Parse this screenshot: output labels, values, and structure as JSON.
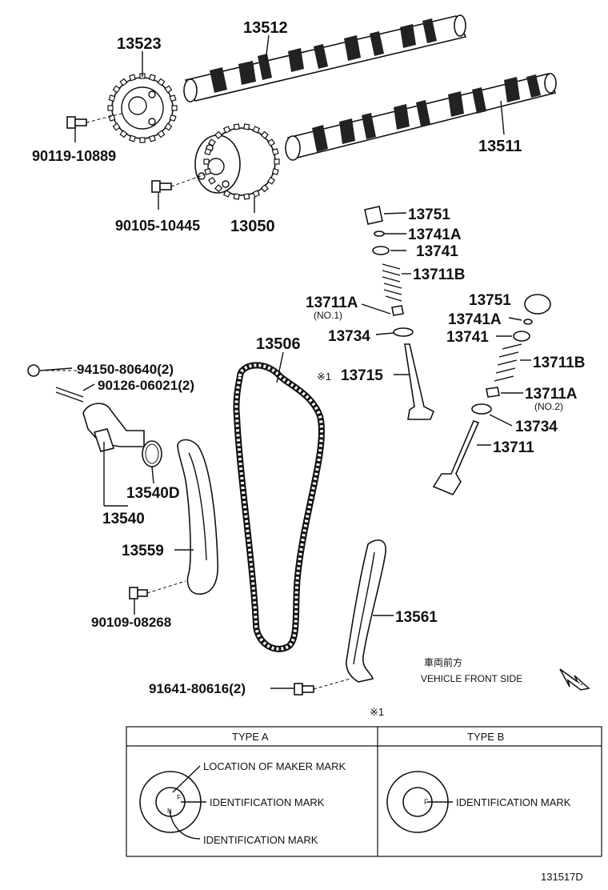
{
  "parts": {
    "p13523": "13523",
    "p13512": "13512",
    "p13511": "13511",
    "p90119_10889": "90119-10889",
    "p90105_10445": "90105-10445",
    "p13050": "13050",
    "p13751_a": "13751",
    "p13741A_a": "13741A",
    "p13741_a": "13741",
    "p13711B_a": "13711B",
    "p13711A_a": "13711A",
    "no1": "(NO.1)",
    "p13734_a": "13734",
    "p13506": "13506",
    "p13715": "13715",
    "ref_mark": "※1",
    "p13751_b": "13751",
    "p13741A_b": "13741A",
    "p13741_b": "13741",
    "p13711B_b": "13711B",
    "p13711A_b": "13711A",
    "no2": "(NO.2)",
    "p13734_b": "13734",
    "p13711": "13711",
    "p94150": "94150-80640(2)",
    "p90126": "90126-06021(2)",
    "p13540D": "13540D",
    "p13540": "13540",
    "p13559": "13559",
    "p90109": "90109-08268",
    "p13561": "13561",
    "p91641": "91641-80616(2)"
  },
  "front": {
    "jp": "車両前方",
    "en": "VEHICLE FRONT SIDE"
  },
  "table": {
    "ref": "※1",
    "typeA": "TYPE A",
    "typeB": "TYPE B",
    "maker_mark": "LOCATION OF MAKER MARK",
    "ident_mark": "IDENTIFICATION MARK",
    "ident_mark2": "IDENTIFICATION MARK",
    "ident_mark_b": "IDENTIFICATION MARK",
    "glyph_a1": "F",
    "glyph_a2": "N",
    "glyph_b": "F"
  },
  "figure_id": "131517D"
}
